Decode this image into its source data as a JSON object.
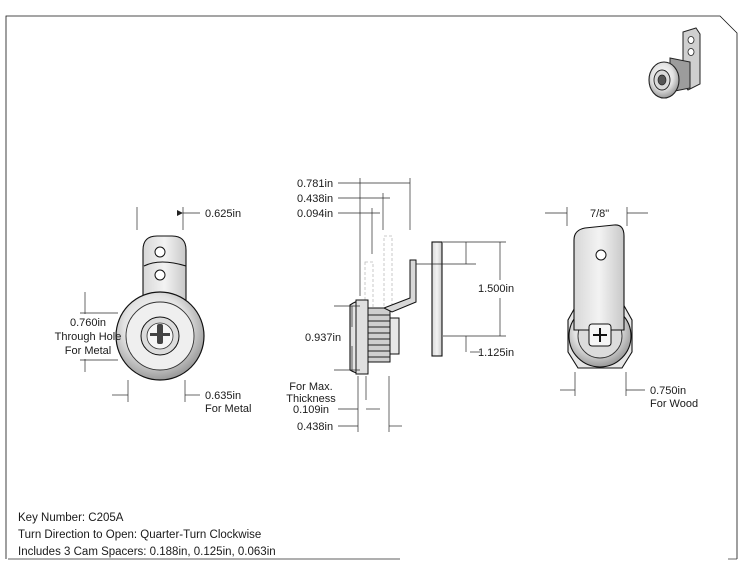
{
  "dimensions": {
    "front_width": "0.625in",
    "through_hole": [
      "0.760in",
      "Through Hole",
      "For Metal"
    ],
    "bottom_metal": [
      "0.635in",
      "For Metal"
    ],
    "side_781": "0.781in",
    "side_438_top": "0.438in",
    "side_094": "0.094in",
    "side_1500": "1.500in",
    "side_937": "0.937in",
    "side_1125": "1.125in",
    "max_thickness": [
      "For Max.",
      "Thickness",
      "0.109in"
    ],
    "side_438_bottom": "0.438in",
    "rear_top": "7/8\"",
    "rear_bottom": [
      "0.750in",
      "For Wood"
    ]
  },
  "notes": {
    "key_number": "Key Number: C205A",
    "turn_direction": "Turn Direction to Open: Quarter-Turn Clockwise",
    "spacers": "Includes 3 Cam Spacers: 0.188in, 0.125in, 0.063in"
  },
  "colors": {
    "line": "#1a1a1a",
    "metal_light": "#e6e6e6",
    "metal_mid": "#bdbdbd",
    "metal_dark": "#7a7a7a"
  }
}
